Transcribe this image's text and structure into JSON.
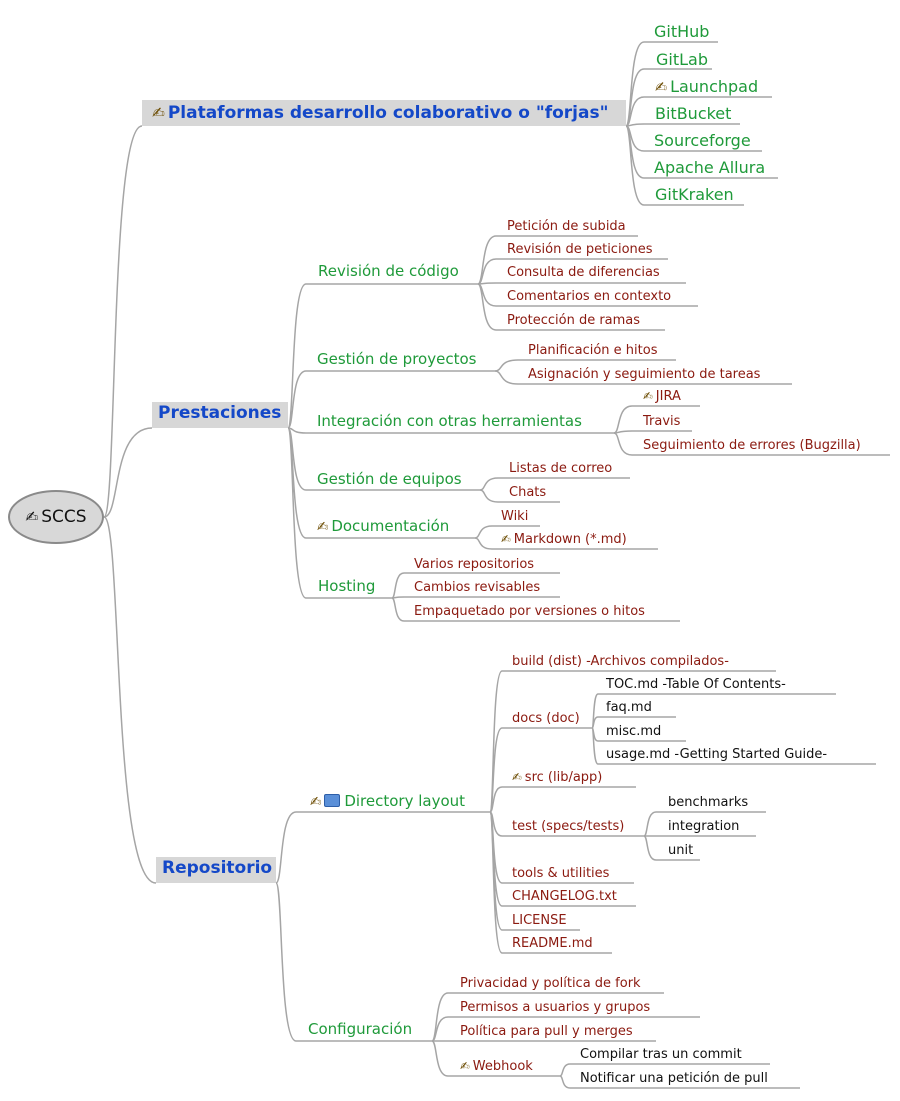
{
  "colors": {
    "green": "#1f9a3a",
    "red": "#8b1a10",
    "blue": "#1448c8",
    "line": "#a5a5a5",
    "header_bg": "#d7d7d7"
  },
  "icons": {
    "pencil": "pencil-icon",
    "folder": "folder-icon"
  },
  "root": {
    "label": "SCCS"
  },
  "plataformas": {
    "title": "Plataformas desarrollo colaborativo o \"forjas\"",
    "items": [
      "GitHub",
      "GitLab",
      "Launchpad",
      "BitBucket",
      "Sourceforge",
      "Apache Allura",
      "GitKraken"
    ]
  },
  "prestaciones": {
    "title": "Prestaciones",
    "revision": {
      "label": "Revisión de código",
      "items": [
        "Petición de subida",
        "Revisión de peticiones",
        "Consulta de diferencias",
        "Comentarios en contexto",
        "Protección de ramas"
      ]
    },
    "gestion_proyectos": {
      "label": "Gestión de proyectos",
      "items": [
        "Planificación e hitos",
        "Asignación y seguimiento de tareas"
      ]
    },
    "integracion": {
      "label": "Integración con otras herramientas",
      "items": [
        "JIRA",
        "Travis",
        "Seguimiento de errores (Bugzilla)"
      ]
    },
    "gestion_equipos": {
      "label": "Gestión de equipos",
      "items": [
        "Listas de correo",
        "Chats"
      ]
    },
    "documentacion": {
      "label": "Documentación",
      "items": [
        "Wiki",
        "Markdown (*.md)"
      ]
    },
    "hosting": {
      "label": "Hosting",
      "items": [
        "Varios repositorios",
        "Cambios revisables",
        "Empaquetado por versiones o hitos"
      ]
    }
  },
  "repositorio": {
    "title": "Repositorio",
    "directory": {
      "label": "Directory layout",
      "build": "build (dist) -Archivos compilados-",
      "docs": {
        "label": "docs (doc)",
        "items": [
          "TOC.md -Table Of Contents-",
          "faq.md",
          "misc.md",
          "usage.md -Getting Started Guide-"
        ]
      },
      "src": "src (lib/app)",
      "test": {
        "label": "test (specs/tests)",
        "items": [
          "benchmarks",
          "integration",
          "unit"
        ]
      },
      "tools": "tools & utilities",
      "changelog": "CHANGELOG.txt",
      "license": "LICENSE",
      "readme": "README.md"
    },
    "configuracion": {
      "label": "Configuración",
      "items": [
        "Privacidad y política de fork",
        "Permisos a usuarios y grupos",
        "Política para pull y merges"
      ],
      "webhook": {
        "label": "Webhook",
        "items": [
          "Compilar tras un commit",
          "Notificar una petición de pull"
        ]
      }
    }
  }
}
